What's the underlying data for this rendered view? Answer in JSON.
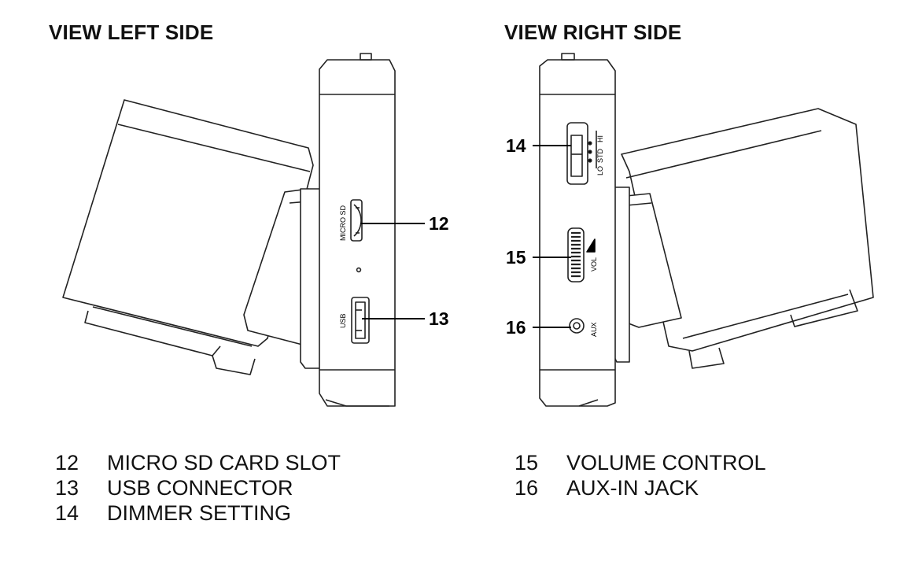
{
  "headings": {
    "left": "VIEW LEFT SIDE",
    "right": "VIEW RIGHT SIDE"
  },
  "callouts": {
    "c12": "12",
    "c13": "13",
    "c14": "14",
    "c15": "15",
    "c16": "16"
  },
  "device_labels": {
    "micro_sd": "MICRO SD",
    "usb": "USB",
    "lo": "LO",
    "std": "STD",
    "hi": "HI",
    "vol": "VOL",
    "aux": "AUX"
  },
  "legend": {
    "left": [
      {
        "num": "12",
        "label": "MICRO SD CARD SLOT"
      },
      {
        "num": "13",
        "label": "USB CONNECTOR"
      },
      {
        "num": "14",
        "label": "DIMMER SETTING"
      }
    ],
    "right": [
      {
        "num": "15",
        "label": "VOLUME CONTROL"
      },
      {
        "num": "16",
        "label": "AUX-IN JACK"
      }
    ]
  }
}
